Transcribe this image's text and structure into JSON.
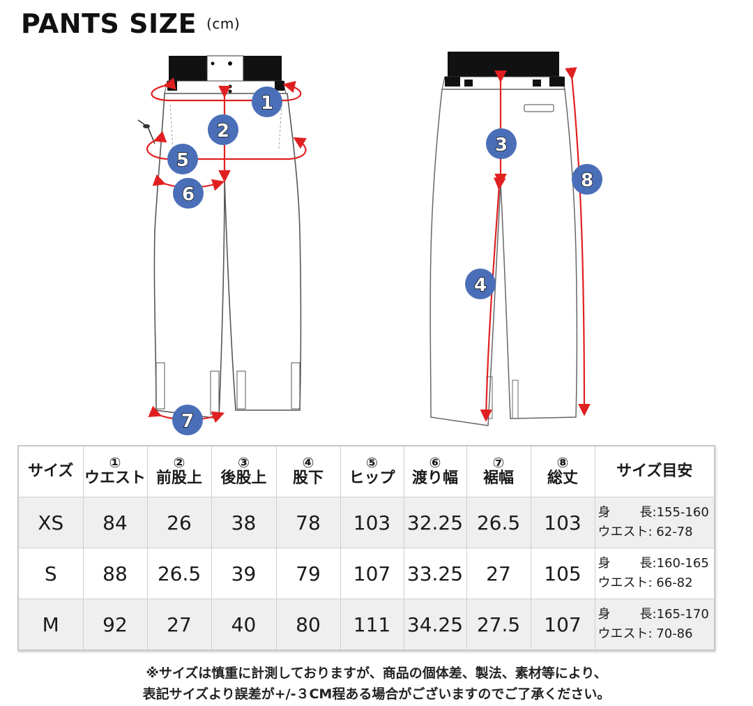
{
  "header": {
    "title": "PANTS SIZE",
    "unit": "(cm)"
  },
  "diagram": {
    "front_view_badges": [
      "1",
      "2",
      "5",
      "6",
      "7"
    ],
    "back_view_badges": [
      "3",
      "4",
      "8"
    ],
    "colors": {
      "badge": "#4a6fb8",
      "arrow": "#e02020",
      "outline": "#555555",
      "waistband": "#111111"
    }
  },
  "table": {
    "headers": [
      {
        "num": "",
        "label": "サイズ"
      },
      {
        "num": "①",
        "label": "ウエスト"
      },
      {
        "num": "②",
        "label": "前股上"
      },
      {
        "num": "③",
        "label": "後股上"
      },
      {
        "num": "④",
        "label": "股下"
      },
      {
        "num": "⑤",
        "label": "ヒップ"
      },
      {
        "num": "⑥",
        "label": "渡り幅"
      },
      {
        "num": "⑦",
        "label": "裾幅"
      },
      {
        "num": "⑧",
        "label": "総丈"
      },
      {
        "num": "",
        "label": "サイズ目安"
      }
    ],
    "rows": [
      {
        "size": "XS",
        "values": [
          "84",
          "26",
          "38",
          "78",
          "103",
          "32.25",
          "26.5",
          "103"
        ],
        "guide": {
          "height_label": "身",
          "height_label2": "長:155-160",
          "waist_label": "ウエスト: 62-78"
        }
      },
      {
        "size": "S",
        "values": [
          "88",
          "26.5",
          "39",
          "79",
          "107",
          "33.25",
          "27",
          "105"
        ],
        "guide": {
          "height_label": "身",
          "height_label2": "長:160-165",
          "waist_label": "ウエスト: 66-82"
        }
      },
      {
        "size": "M",
        "values": [
          "92",
          "27",
          "40",
          "80",
          "111",
          "34.25",
          "27.5",
          "107"
        ],
        "guide": {
          "height_label": "身",
          "height_label2": "長:165-170",
          "waist_label": "ウエスト: 70-86"
        }
      }
    ]
  },
  "footer": {
    "line1": "※サイズは慎重に計測しておりますが、商品の個体差、製法、素材等により、",
    "line2": "表記サイズより誤差が+/-３CM程ある場合がございますのでご了承ください。"
  }
}
